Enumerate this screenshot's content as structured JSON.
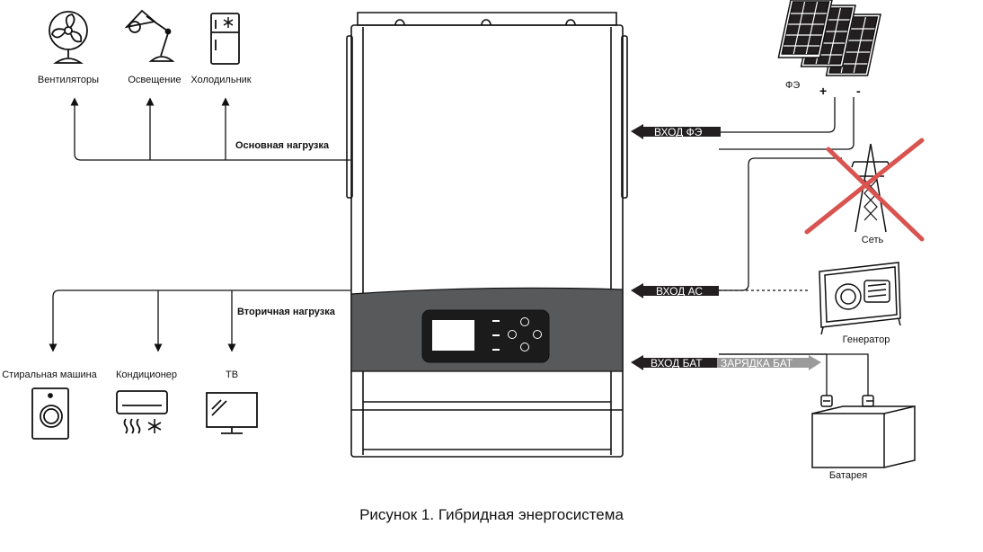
{
  "loads_primary": {
    "items": [
      {
        "label": "Вентиляторы",
        "icon": "fan-icon"
      },
      {
        "label": "Освещение",
        "icon": "desk-lamp-icon"
      },
      {
        "label": "Холодильник",
        "icon": "fridge-icon"
      }
    ],
    "bus_label": "Основная нагрузка"
  },
  "loads_secondary": {
    "items": [
      {
        "label": "Стиральная машина",
        "icon": "washing-machine-icon"
      },
      {
        "label": "Кондиционер",
        "icon": "air-conditioner-icon"
      },
      {
        "label": "ТВ",
        "icon": "tv-icon"
      }
    ],
    "bus_label": "Вторичная нагрузка"
  },
  "inputs": {
    "pv": {
      "arrow_label": "ВХОД ФЭ",
      "source_label": "ФЭ",
      "plus": "+",
      "minus": "-",
      "icon": "solar-panel-icon"
    },
    "grid": {
      "source_label": "Сеть",
      "icon": "power-tower-icon",
      "status": "disconnected",
      "cross_color": "#d9534f"
    },
    "ac": {
      "arrow_label": "ВХОД АС"
    },
    "generator": {
      "source_label": "Генератор",
      "icon": "generator-icon"
    },
    "battery": {
      "arrow_label": "ВХОД БАТ",
      "charge_label": "ЗАРЯДКА БАТ",
      "source_label": "Батарея",
      "icon": "battery-icon"
    }
  },
  "colors": {
    "inverter_panel": "#58595b",
    "arrow_dark": "#231f20",
    "arrow_charge": "#9b9b9b",
    "cross": "#d9534f"
  },
  "caption": "Рисунок 1. Гибридная энергосистема"
}
